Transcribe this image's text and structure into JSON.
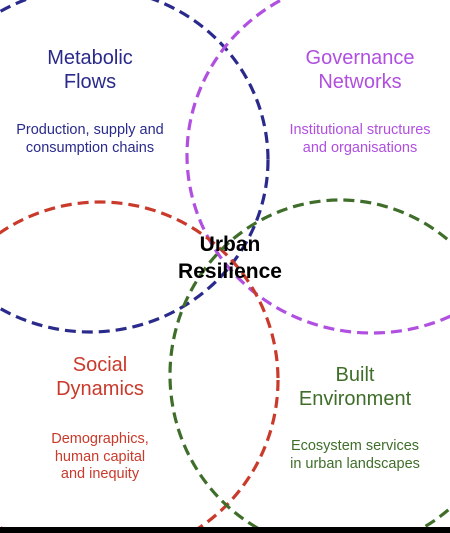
{
  "center": {
    "title": "Urban\nResilience"
  },
  "domains": {
    "metabolic": {
      "title": "Metabolic\nFlows",
      "description": "Production, supply and\nconsumption chains",
      "color": "#2a2a8c"
    },
    "governance": {
      "title": "Governance\nNetworks",
      "description": "Institutional structures\nand organisations",
      "color": "#b04fe0"
    },
    "social": {
      "title": "Social\nDynamics",
      "description": "Demographics,\nhuman capital\nand inequity",
      "color": "#c93a2b"
    },
    "built": {
      "title": "Built\nEnvironment",
      "description": "Ecosystem services\nin urban landscapes",
      "color": "#3f6e2a"
    }
  }
}
